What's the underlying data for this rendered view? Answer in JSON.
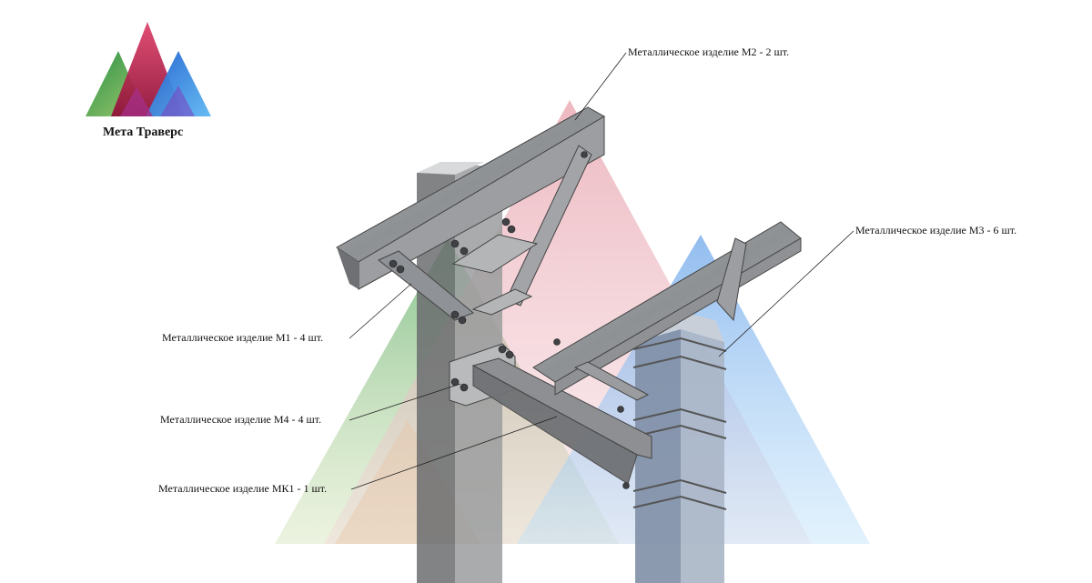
{
  "brand": {
    "name": "Мета Траверс",
    "colors": {
      "red": "#c21b4c",
      "green": "#2e9e4e",
      "blue": "#2f86ea",
      "olive": "#9fbf5e"
    }
  },
  "callouts": {
    "m2": "Металлическое изделие М2 - 2 шт.",
    "m3": "Металлическое изделие М3 - 6 шт.",
    "m1": "Металлическое изделие М1 - 4 шт.",
    "m4": "Металлическое изделие М4 - 4 шт.",
    "mk1": "Металлическое изделие МК1 - 1 шт."
  }
}
